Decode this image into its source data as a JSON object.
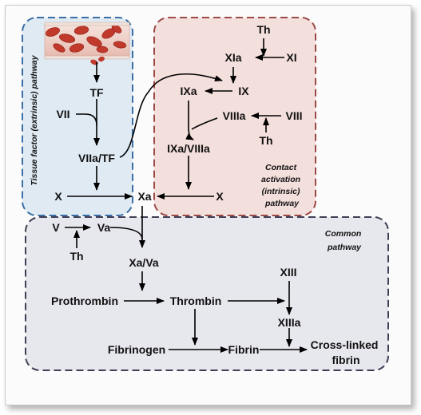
{
  "regions": {
    "extrinsic": {
      "label": "Tissue factor (extrinsic) pathway",
      "color": "#3a6ea5",
      "fill": "#dfeaf3"
    },
    "intrinsic": {
      "label_lines": [
        "Contact",
        "activation",
        "(intrinsic)",
        "pathway"
      ],
      "color": "#9c4a48",
      "fill": "#f3dfdb"
    },
    "common": {
      "label_lines": [
        "Common",
        "pathway"
      ],
      "color": "#3f3f55",
      "fill": "#e7e7ee"
    }
  },
  "nodes": {
    "tf": "TF",
    "vii": "VII",
    "viia_tf": "VIIa/TF",
    "x_left": "X",
    "th_top": "Th",
    "xia": "XIa",
    "xi": "XI",
    "ixa": "IXa",
    "ix": "IX",
    "viiia": "VIIIa",
    "viii": "VIII",
    "th_right": "Th",
    "ixa_viiia": "IXa/VIIIa",
    "x_right": "X",
    "xa": "Xa",
    "v": "V",
    "va": "Va",
    "th_bottom": "Th",
    "xa_va": "Xa/Va",
    "prothrombin": "Prothrombin",
    "thrombin": "Thrombin",
    "xiii": "XIII",
    "xiiia": "XIIIa",
    "fibrinogen": "Fibrinogen",
    "fibrin": "Fibrin",
    "crosslinked_fibrin": [
      "Cross-linked",
      "fibrin"
    ]
  },
  "colors": {
    "blood_cell": "#c0392b",
    "vessel": "#e9c9c0"
  }
}
